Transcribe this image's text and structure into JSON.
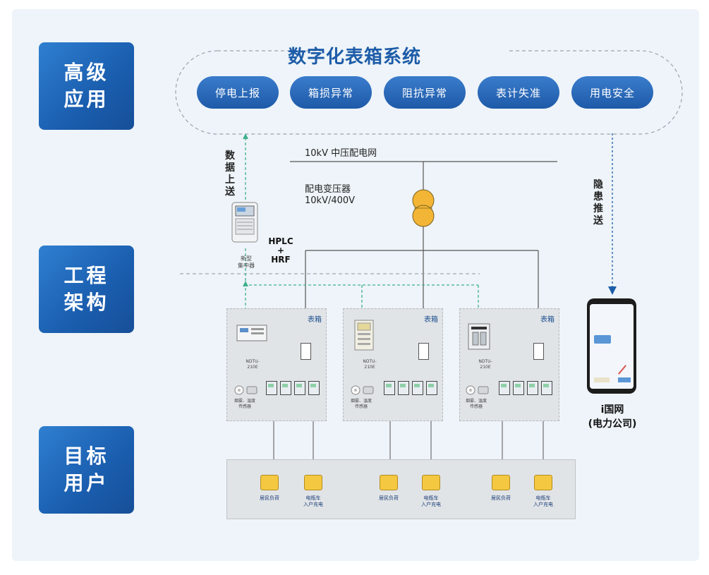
{
  "sidebar": {
    "app": [
      "高级",
      "应用"
    ],
    "eng": [
      "工程",
      "架构"
    ],
    "user": [
      "目标",
      "用户"
    ]
  },
  "system_title": "数字化表箱系统",
  "apps": [
    "停电上报",
    "箱损异常",
    "阻抗异常",
    "表计失准",
    "用电安全"
  ],
  "grid": {
    "line_label": "10kV 中压配电网",
    "transformer_label": "配电变压器",
    "transformer_rating": "10kV/400V"
  },
  "concentrator": {
    "upload": "数据上送",
    "name_line1": "新型",
    "name_line2": "集中器",
    "comm_top": "HPLC",
    "comm_plus": "+",
    "comm_bottom": "HRF"
  },
  "push_label": "隐患推送",
  "boxes": [
    {
      "title": "表箱",
      "device": "NDTU-\n210E",
      "sensor": "烟雾、温度\n传感器"
    },
    {
      "title": "表箱",
      "device": "NDTU-\n210E",
      "sensor": "烟雾、温度\n传感器"
    },
    {
      "title": "表箱",
      "device": "NDTU-\n210E",
      "sensor": "烟雾、温度\n传感器"
    }
  ],
  "users": {
    "resident": "居民负荷",
    "ev": "电瓶车\n入户充电"
  },
  "phone": {
    "app_name": "i国网",
    "company": "(电力公司)"
  },
  "colors": {
    "accent": "#1d5ca8",
    "dashed_green": "#3fb08a",
    "transformer": "#f2b535"
  }
}
